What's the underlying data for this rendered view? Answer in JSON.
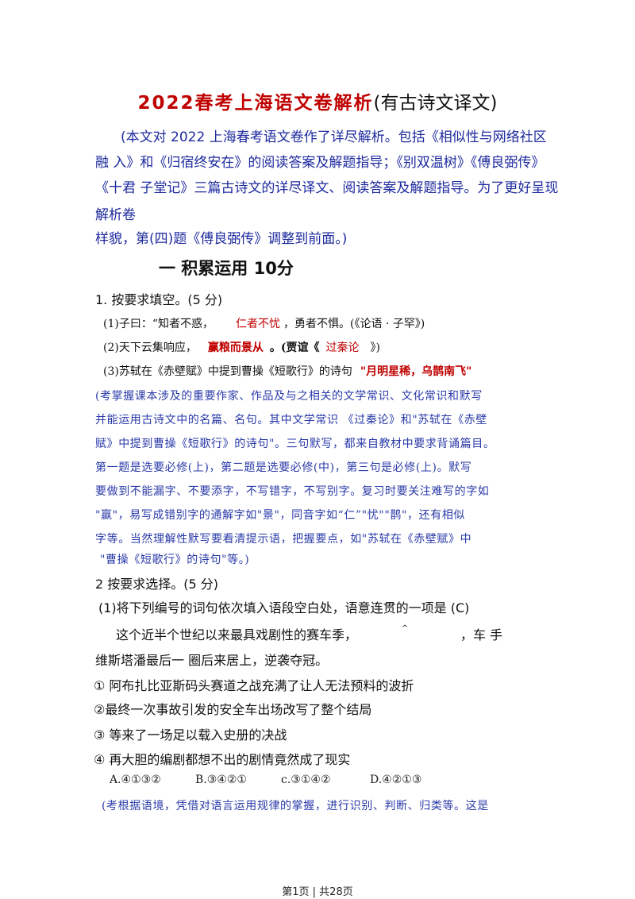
{
  "title": {
    "main": "2022春考上海语文卷解析",
    "suffix": "(有古诗文译文)"
  },
  "intro_lines": [
    "(本文对 2022 上海春考语文卷作了详尽解析。包括《相似性与网络社区",
    "融 入》和《归宿终安在》的阅读答案及解题指导；《别双温树》《傅良弼传》",
    "《十君 子堂记》三篇古诗文的详尽译文、阅读答案及解题指导。为了更好呈现",
    "解析卷",
    "样貌，第(四)题《傅良弼传》调整到前面。)"
  ],
  "section_heading": "一  积累运用  10分",
  "q1": {
    "heading": "1. 按要求填空。(5 分)",
    "item1": {
      "prefix": "(1)子曰：“知者不惑，",
      "answer": "仁者不忧",
      "suffix": "，勇者不惧。(《论语 · 子罕》)"
    },
    "item2": {
      "prefix": "(2)天下云集响应，",
      "answer": "赢粮而景从",
      "mid": "。(贾谊《",
      "source": "过秦论",
      "suffix": "》)"
    },
    "item3": {
      "prefix": "(3)苏轼在《赤壁赋》中提到曹操《短歌行》的诗句",
      "answer": "\"月明星稀，乌鹊南飞\""
    }
  },
  "q1_analysis": [
    "(考掌握课本涉及的重要作家、作品及与之相关的文学常识、文化常识和默写",
    "并能运用古诗文中的名篇、名句。其中文学常识  《过秦论》和\"苏轼在《赤壁",
    "赋》中提到曹操《短歌行》的诗句\"。三句默写，都来自教材中要求背诵篇目。",
    "第一题是选要必修(上)，第二题是选要必修(中)，第三句是必修(上)。默写",
    "要做到不能漏字、不要添字，不写错字，不写别字。复习时要关注难写的字如",
    "\"赢\"，易写成错别字的通解字如\"景\"，同音字如“仁”\"忧\"\"鹊\"，还有相似",
    "字等。当然理解性默写要看清提示语，把握要点，如\"苏轼在《赤壁赋》中",
    "\"曹操《短歌行》的诗句\"等。)"
  ],
  "q2": {
    "heading": "2 按要求选择。(5 分)",
    "sub1": "(1)将下列编号的词句依次填入语段空白处，语意连贯的一项是 (C)",
    "passage_1": "这个近半个世纪以来最具戏剧性的赛车季，",
    "passage_mark": "^",
    "passage_2": "，车 手",
    "passage_3": "维斯塔潘最后一 圈后来居上，逆袭夺冠。",
    "items": [
      "① 阿布扎比亚斯码头赛道之战充满了让人无法预料的波折",
      "②最终一次事故引发的安全车出场改写了整个结局",
      "③ 等来了一场足以载入史册的决战",
      "④ 再大胆的编剧都想不出的剧情竟然成了现实"
    ],
    "options": [
      "A.④①③②",
      "B.③④②①",
      "c.③①④②",
      "D.④②①③"
    ],
    "analysis_start": "(考根据语境，凭借对语言运用规律的掌握，进行识别、判断、归类等。这是"
  },
  "footer": "第1页 | 共28页"
}
